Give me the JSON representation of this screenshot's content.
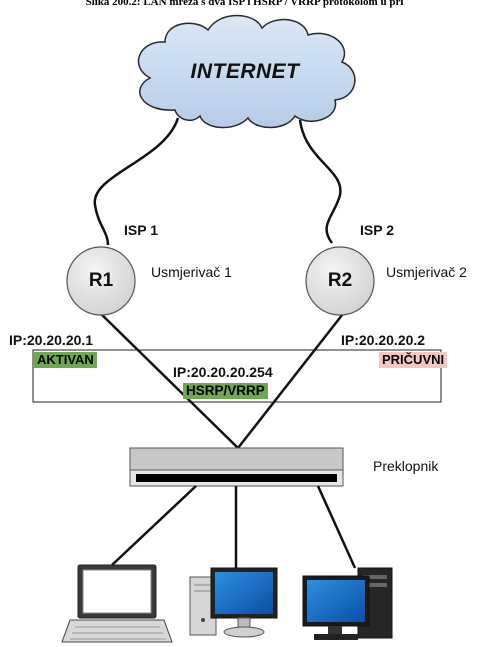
{
  "caption": "Slika 200.2: LAN mreža s dva ISP i HSRP / VRRP protokolom u pri",
  "internet": {
    "label": "INTERNET"
  },
  "isp": [
    {
      "label": "ISP 1"
    },
    {
      "label": "ISP 2"
    }
  ],
  "routers": [
    {
      "name": "R1",
      "description": "Usmjerivač 1",
      "ip": "IP:20.20.20.1",
      "state": "AKTIVAN",
      "state_color": "#6fa84f"
    },
    {
      "name": "R2",
      "description": "Usmjerivač 2",
      "ip": "IP:20.20.20.2",
      "state": "PRIČUVNI",
      "state_color": "#f4c7c3"
    }
  ],
  "virtual_gateway": {
    "ip": "IP:20.20.20.254",
    "protocol": "HSRP/VRRP",
    "protocol_color": "#6fa84f"
  },
  "switch": {
    "label": "Preklopnik"
  },
  "devices": [
    {
      "name": "laptop-icon"
    },
    {
      "name": "desktop-monitor-icon"
    },
    {
      "name": "desktop-tower-icon"
    }
  ]
}
